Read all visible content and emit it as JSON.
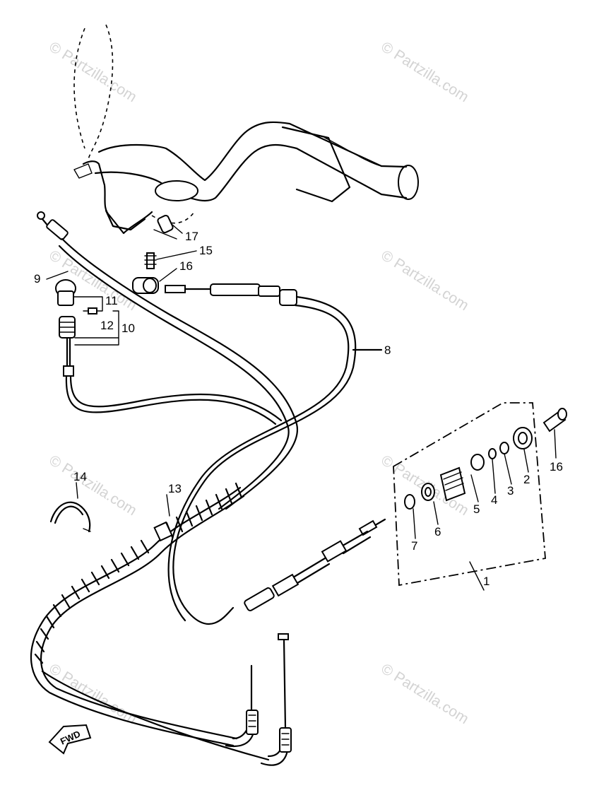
{
  "watermark": {
    "text": "© Partzilla.com"
  },
  "callouts": {
    "c1": "1",
    "c2": "2",
    "c3": "3",
    "c4": "4",
    "c5": "5",
    "c6": "6",
    "c7": "7",
    "c8": "8",
    "c9": "9",
    "c10": "10",
    "c11": "11",
    "c12": "12",
    "c13": "13",
    "c14": "14",
    "c15": "15",
    "c16a": "16",
    "c16b": "16",
    "c17": "17"
  },
  "direction": {
    "label": "FWD"
  }
}
